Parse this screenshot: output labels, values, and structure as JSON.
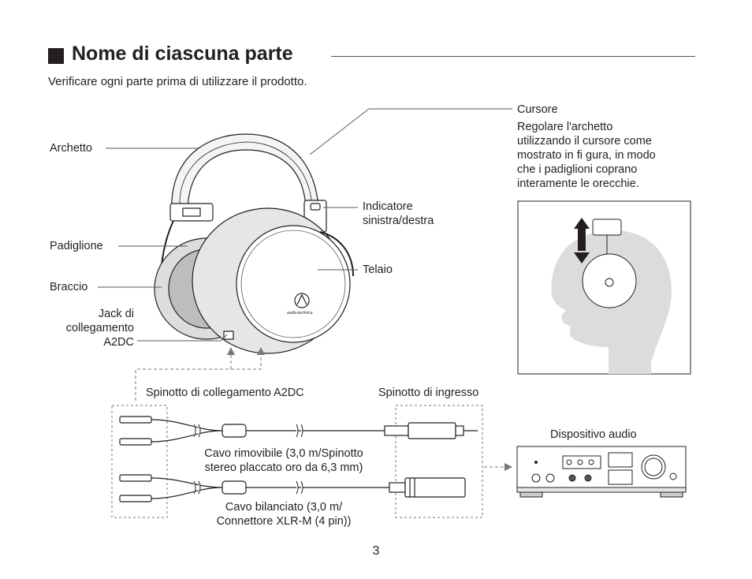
{
  "header": {
    "title": "Nome di ciascuna parte",
    "subtitle": "Verificare ogni parte prima di utilizzare il prodotto."
  },
  "labels": {
    "archetto": "Archetto",
    "padiglione": "Padiglione",
    "braccio": "Braccio",
    "jack_line1": "Jack di",
    "jack_line2": "collegamento",
    "jack_line3": "A2DC",
    "indicatore_line1": "Indicatore",
    "indicatore_line2": "sinistra/destra",
    "telaio": "Telaio",
    "cursore": "Cursore",
    "cursore_desc": [
      "Regolare l'archetto",
      "utilizzando il cursore come",
      "mostrato in fi gura, in modo",
      "che i padiglioni coprano",
      "interamente le orecchie."
    ],
    "spinotto_a2dc": "Spinotto di collegamento A2DC",
    "spinotto_ingresso": "Spinotto di ingresso",
    "dispositivo_audio": "Dispositivo audio",
    "cavo_rimovibile_line1": "Cavo rimovibile (3,0 m/Spinotto",
    "cavo_rimovibile_line2": "stereo placcato oro da 6,3 mm)",
    "cavo_bilanciato_line1": "Cavo bilanciato (3,0 m/",
    "cavo_bilanciato_line2": "Connettore XLR-M (4 pin))",
    "logo_text": "audio-technica"
  },
  "page_number": "3"
}
